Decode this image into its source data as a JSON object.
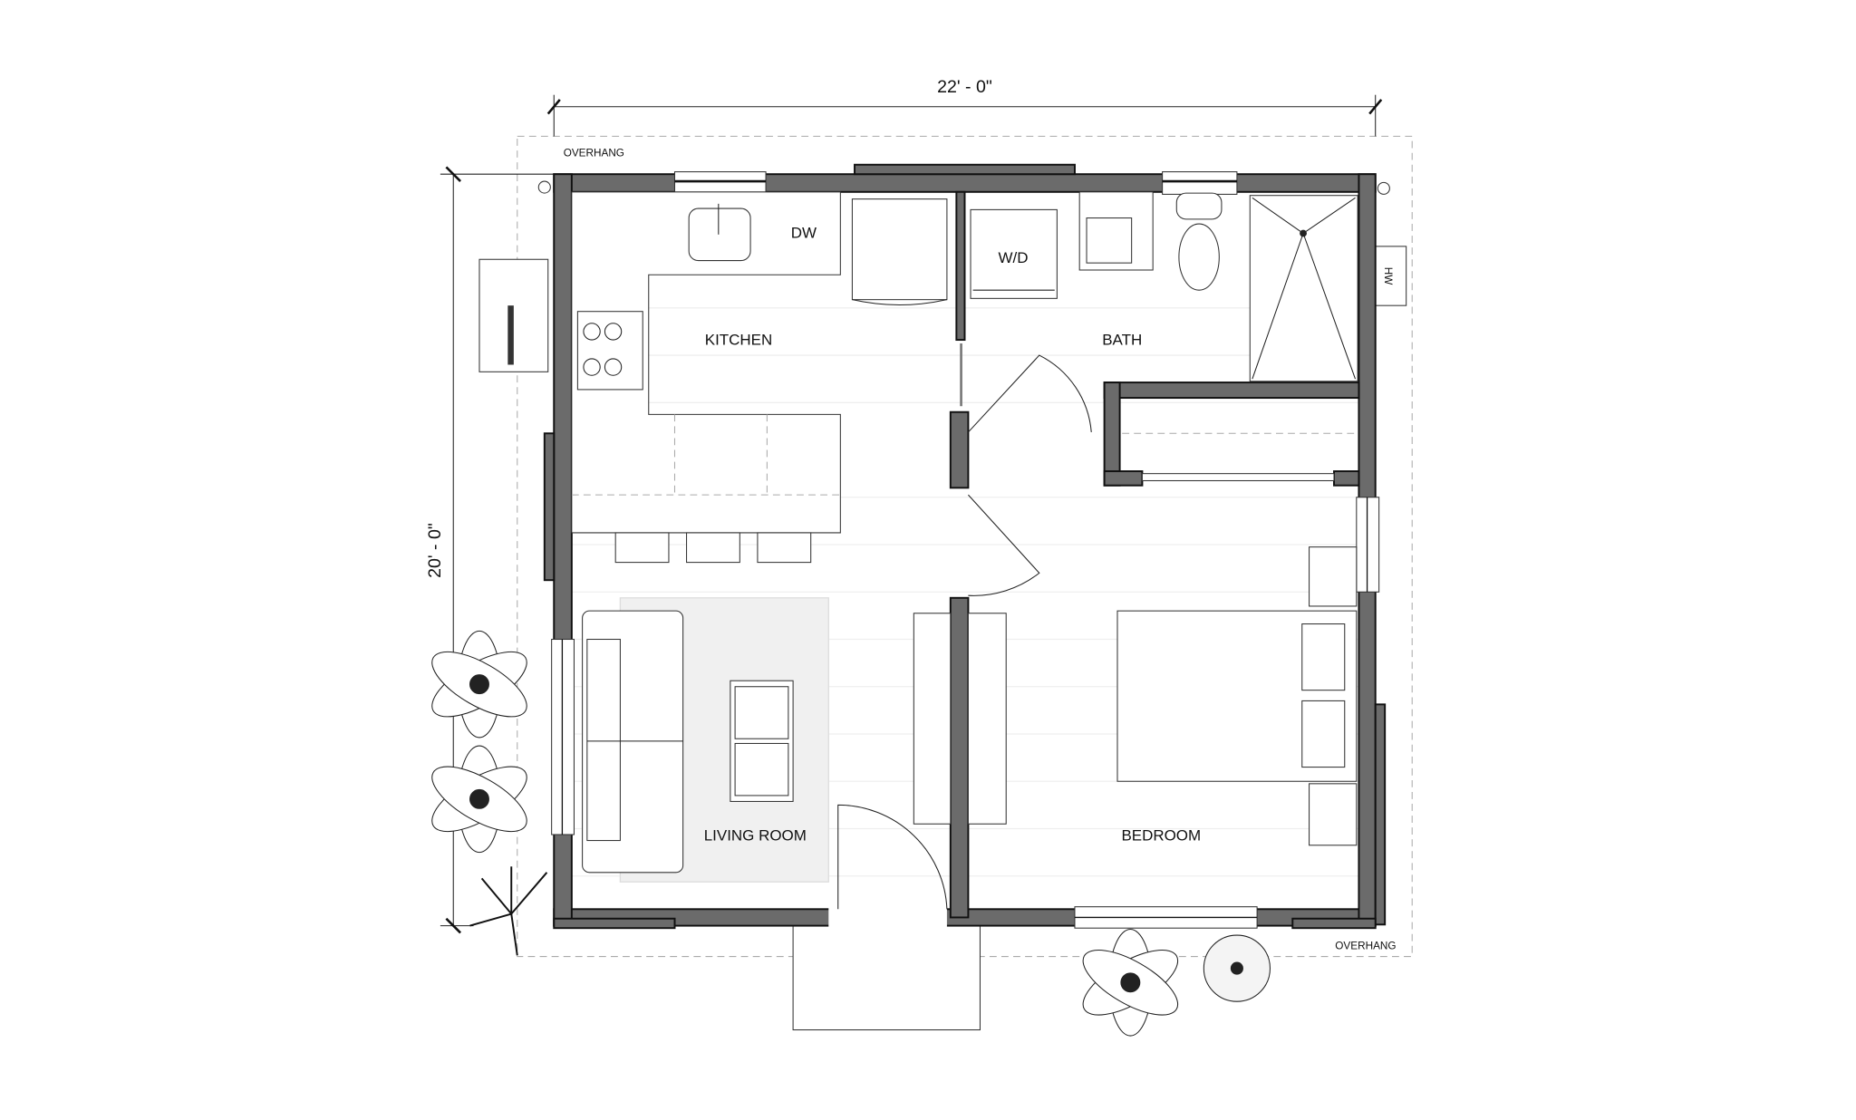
{
  "dimensions": {
    "width": "22' - 0\"",
    "depth": "20' - 0\""
  },
  "labels": {
    "overhang_top": "OVERHANG",
    "overhang_bottom": "OVERHANG",
    "kitchen": "KITCHEN",
    "bath": "BATH",
    "living_room": "LIVING ROOM",
    "bedroom": "BEDROOM",
    "dishwasher": "DW",
    "washer_dryer": "W/D",
    "water_heater": "HW"
  },
  "colors": {
    "wall": "#6b6b6b",
    "outline": "#111111",
    "rug": "#f0f0f0"
  }
}
